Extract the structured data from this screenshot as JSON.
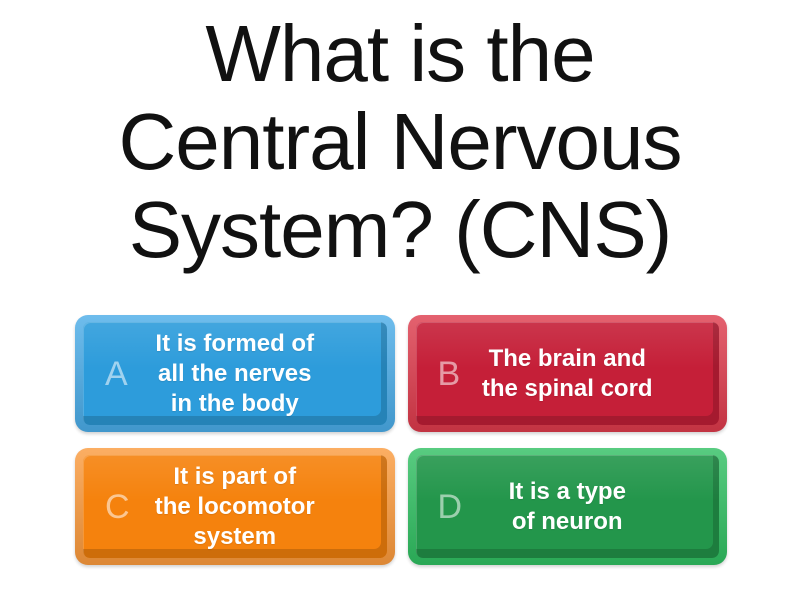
{
  "question": {
    "text": "What is the\nCentral Nervous\nSystem? (CNS)"
  },
  "answers": [
    {
      "letter": "A",
      "text": "It is formed of\nall the nerves\nin the body",
      "color_outer": "#4aace8",
      "color_inner": "#2d9cdb"
    },
    {
      "letter": "B",
      "text": "The brain and\nthe spinal cord",
      "color_outer": "#dd3a4b",
      "color_inner": "#c51f38"
    },
    {
      "letter": "C",
      "text": "It is part of\nthe locomotor\nsystem",
      "color_outer": "#fb9a3c",
      "color_inner": "#f5820d"
    },
    {
      "letter": "D",
      "text": "It is a type\nof neuron",
      "color_outer": "#2fbf61",
      "color_inner": "#23964b"
    }
  ],
  "colors": {
    "background": "#ffffff",
    "question_text": "#111111",
    "answer_text": "#ffffff"
  }
}
